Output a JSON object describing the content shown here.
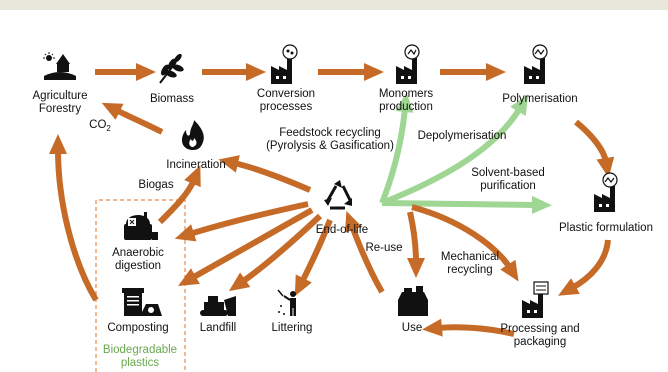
{
  "colors": {
    "flow_arrow": "#c66a28",
    "recycling_arrow": "#9fd694",
    "biodegradable": "#6aa84f",
    "icon": "#111111"
  },
  "labels": {
    "agriculture": "Agriculture",
    "forestry": "Forestry",
    "biomass": "Biomass",
    "conversion1": "Conversion",
    "conversion2": "processes",
    "monomers1": "Monomers",
    "monomers2": "production",
    "polymerisation": "Polymerisation",
    "co2_main": "CO",
    "co2_sub": "2",
    "incineration": "Incineration",
    "feedstock1": "Feedstock recycling",
    "feedstock2": "(Pyrolysis & Gasification)",
    "depolymerisation": "Depolymerisation",
    "solvent1": "Solvent-based",
    "solvent2": "purification",
    "biogas": "Biogas",
    "end_of_life": "End-of-life",
    "plastic_formulation": "Plastic formulation",
    "anaerobic1": "Anaerobic",
    "anaerobic2": "digestion",
    "reuse": "Re-use",
    "mechanical1": "Mechanical",
    "mechanical2": "recycling",
    "composting": "Composting",
    "landfill": "Landfill",
    "littering": "Littering",
    "use": "Use",
    "processing1": "Processing and",
    "processing2": "packaging",
    "biodegradable1": "Biodegradable",
    "biodegradable2": "plastics"
  },
  "icons": [
    "farm-icon",
    "leaf-icon",
    "factory-icon",
    "flame-icon",
    "recycle-icon",
    "biogas-tank-icon",
    "compost-bin-icon",
    "bulldozer-icon",
    "littering-person-icon",
    "shopping-bag-icon"
  ]
}
